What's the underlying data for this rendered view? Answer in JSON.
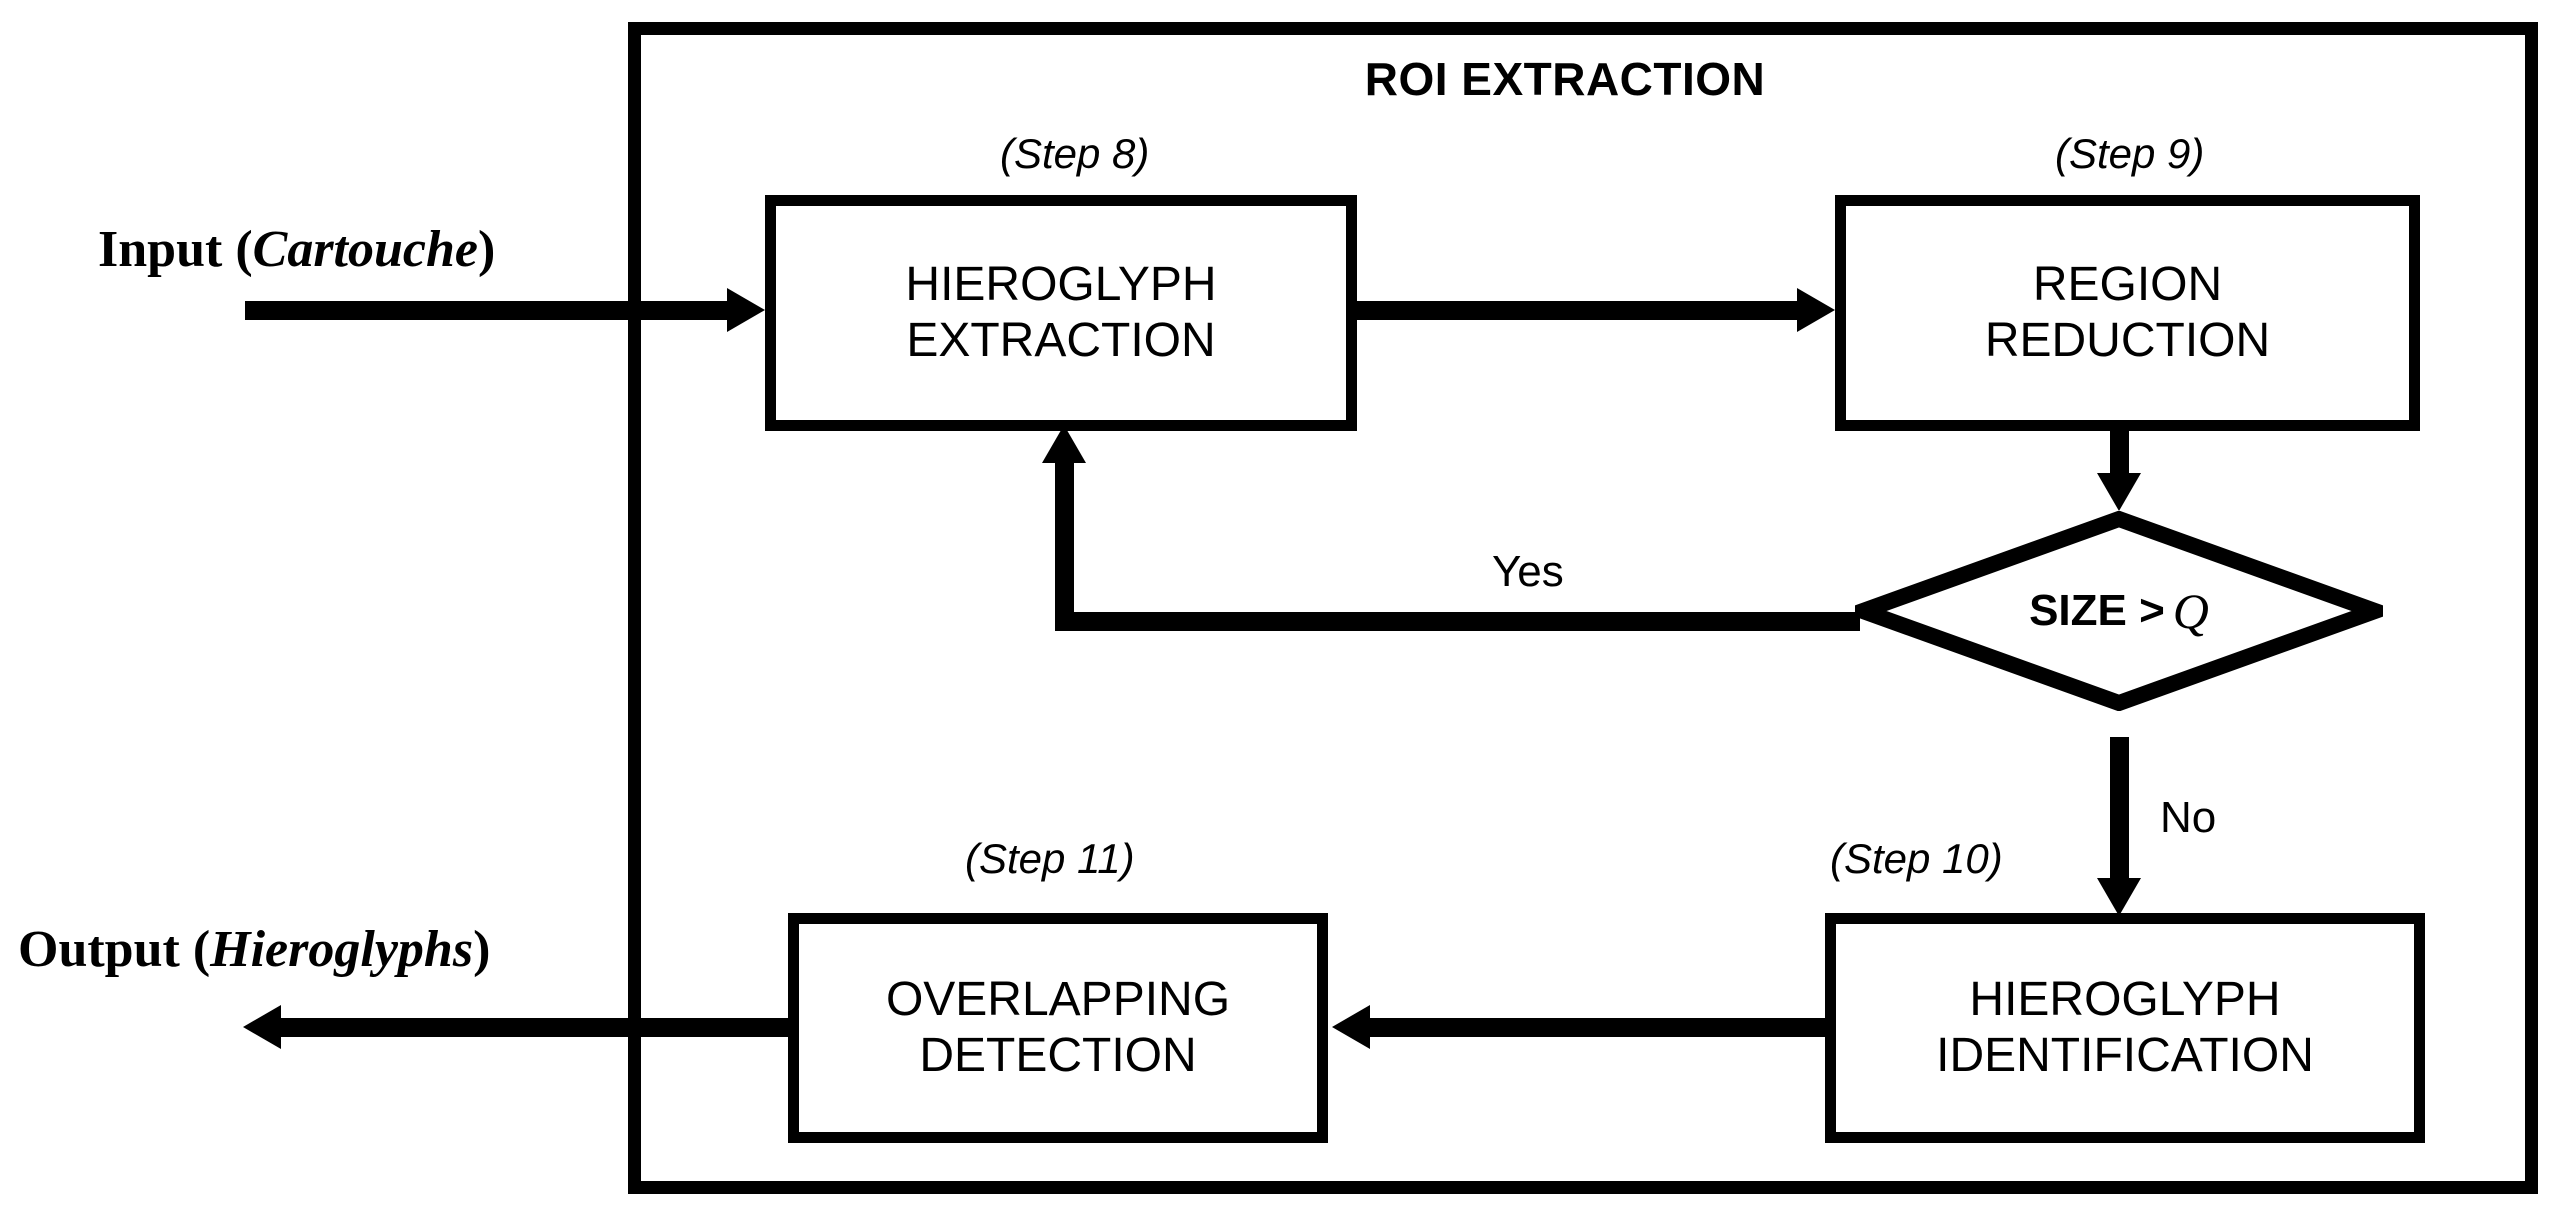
{
  "diagram": {
    "title": "ROI EXTRACTION",
    "io": {
      "input_prefix": "Input (",
      "input_emphasis": "Cartouche",
      "input_suffix": ")",
      "output_prefix": "Output (",
      "output_emphasis": "Hieroglyphs",
      "output_suffix": ")"
    },
    "nodes": {
      "step8": {
        "caption": "(Step 8)",
        "line1": "HIEROGLYPH",
        "line2": "EXTRACTION"
      },
      "step9": {
        "caption": "(Step 9)",
        "line1": "REGION",
        "line2": "REDUCTION"
      },
      "decision": {
        "label": "SIZE >",
        "variable": "Q"
      },
      "step10": {
        "caption": "(Step 10)",
        "line1": "HIEROGLYPH",
        "line2": "IDENTIFICATION"
      },
      "step11": {
        "caption": "(Step 11)",
        "line1": "OVERLAPPING",
        "line2": "DETECTION"
      }
    },
    "branches": {
      "yes": "Yes",
      "no": "No"
    },
    "colors": {
      "stroke": "#000000",
      "background": "#ffffff"
    }
  }
}
